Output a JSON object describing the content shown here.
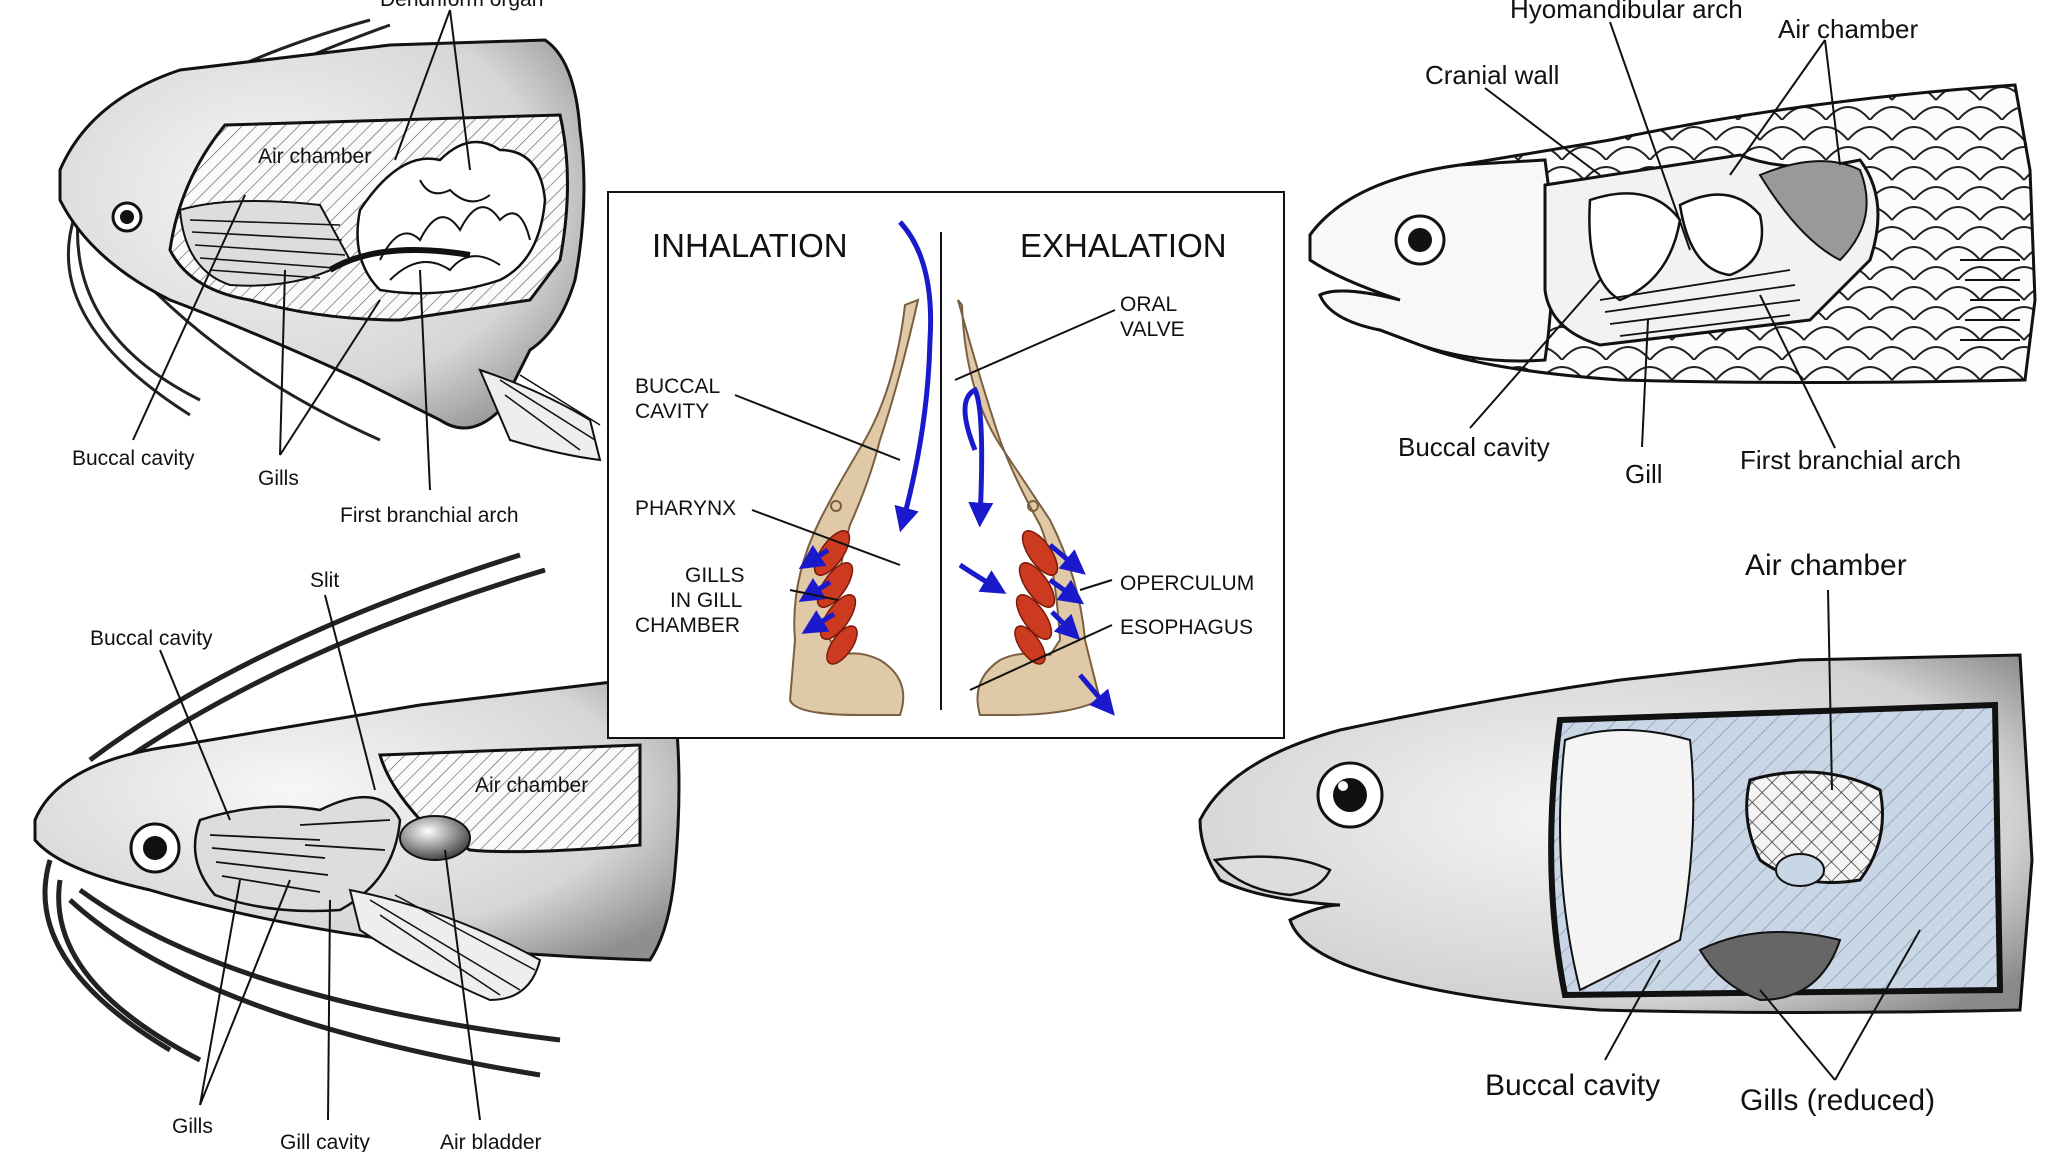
{
  "panels": {
    "top_left": {
      "labels": {
        "dendriform_organ": "Dendriform organ",
        "air_chamber": "Air chamber",
        "buccal_cavity": "Buccal cavity",
        "gills": "Gills",
        "first_branchial_arch": "First branchial arch"
      }
    },
    "bottom_left": {
      "labels": {
        "slit": "Slit",
        "buccal_cavity": "Buccal cavity",
        "air_chamber": "Air chamber",
        "gills": "Gills",
        "gill_cavity": "Gill cavity",
        "air_bladder": "Air bladder"
      }
    },
    "center": {
      "inhalation": "INHALATION",
      "exhalation": "EXHALATION",
      "labels": {
        "oral_valve_1": "ORAL",
        "oral_valve_2": "VALVE",
        "buccal_cavity_1": "BUCCAL",
        "buccal_cavity_2": "CAVITY",
        "pharynx": "PHARYNX",
        "gills_1": "GILLS",
        "gills_2": "IN GILL",
        "gills_3": "CHAMBER",
        "operculum": "OPERCULUM",
        "esophagus": "ESOPHAGUS"
      },
      "colors": {
        "tissue": "#e0c9a6",
        "flow": "#1a1acc",
        "gill": "#cc3a1f"
      }
    },
    "top_right": {
      "labels": {
        "hyomandibular_arch": "Hyomandibular arch",
        "air_chamber": "Air chamber",
        "cranial_wall": "Cranial wall",
        "buccal_cavity": "Buccal cavity",
        "gill": "Gill",
        "first_branchial_arch": "First branchial arch"
      }
    },
    "bottom_right": {
      "labels": {
        "air_chamber": "Air chamber",
        "buccal_cavity": "Buccal cavity",
        "gills_reduced": "Gills (reduced)"
      },
      "colors": {
        "chamber_fill": "#c9d6e6"
      }
    }
  }
}
